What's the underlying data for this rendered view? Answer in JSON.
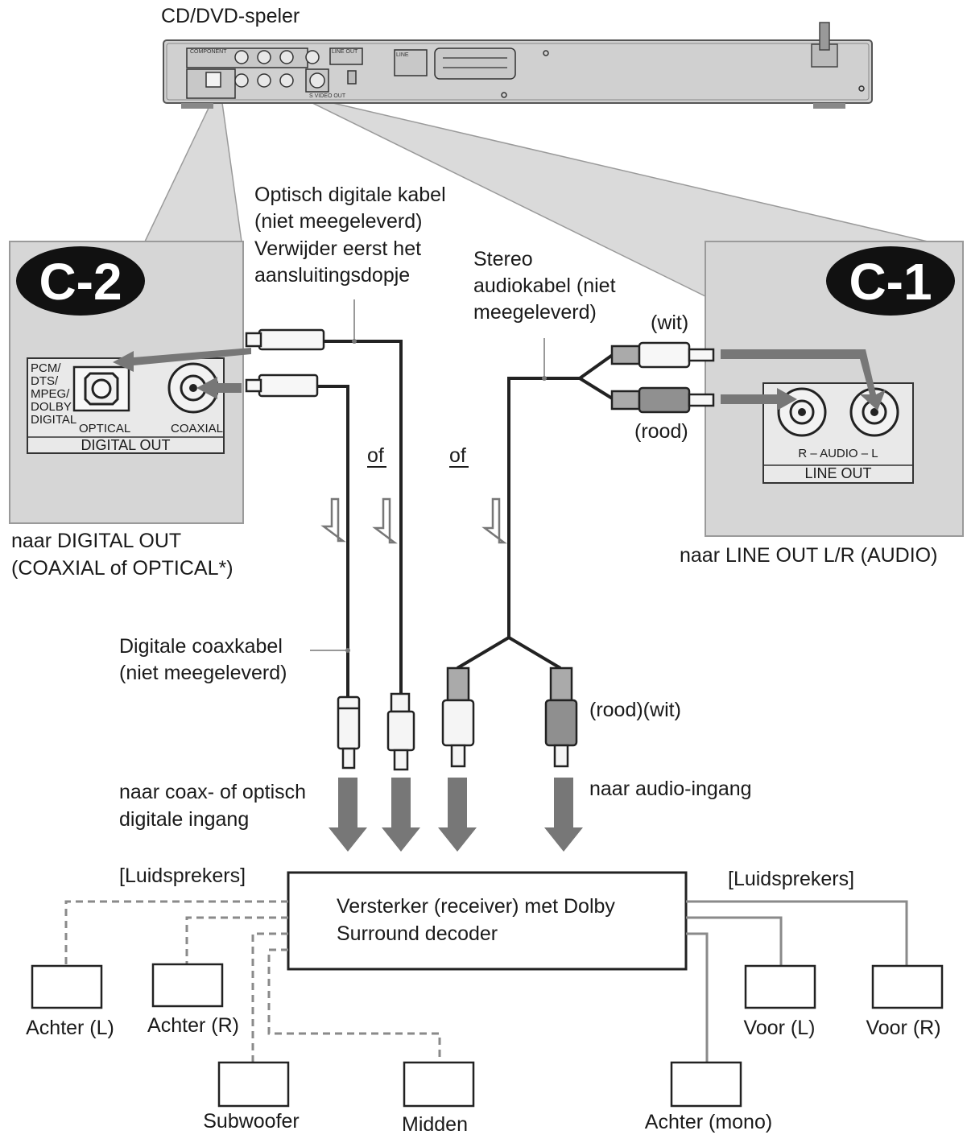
{
  "device": {
    "title": "CD/DVD-speler"
  },
  "panel_c2": {
    "badge": "C-2",
    "formats": [
      "PCM/",
      "DTS/",
      "MPEG/",
      "DOLBY",
      "DIGITAL"
    ],
    "optical_label": "OPTICAL",
    "coaxial_label": "COAXIAL",
    "section_label": "DIGITAL OUT",
    "caption": [
      "naar DIGITAL OUT",
      "(COAXIAL of OPTICAL*)"
    ]
  },
  "panel_c1": {
    "badge": "C-1",
    "jack_label": "R – AUDIO – L",
    "section_label": "LINE OUT",
    "caption": "naar LINE OUT L/R (AUDIO)"
  },
  "cables": {
    "optical": [
      "Optisch digitale kabel",
      "(niet meegeleverd)",
      "Verwijder eerst het",
      "aansluitingsdopje"
    ],
    "stereo": [
      "Stereo",
      "audiokabel (niet",
      "meegeleverd)"
    ],
    "white_top": "(wit)",
    "red_top": "(rood)",
    "of_1": "of",
    "of_2": "of",
    "coax": [
      "Digitale coaxkabel",
      "(niet meegeleverd)"
    ],
    "plugs_bottom": "(rood)(wit)",
    "to_digital_input": [
      "naar coax- of optisch",
      "digitale ingang"
    ],
    "to_audio_input": "naar audio-ingang"
  },
  "amplifier": {
    "label": [
      "Versterker (receiver) met Dolby",
      "Surround decoder"
    ],
    "speakers_left_title": "[Luidsprekers]",
    "speakers_right_title": "[Luidsprekers]"
  },
  "speakers": {
    "rear_l": "Achter (L)",
    "rear_r": "Achter (R)",
    "subwoofer": "Subwoofer",
    "center": "Midden",
    "rear_mono": "Achter (mono)",
    "front_l": "Voor (L)",
    "front_r": "Voor (R)"
  },
  "colors": {
    "panel_fill": "#d6d6d6",
    "cable": "#222222",
    "arrow": "#777777",
    "dashed_line": "#8a8a8a",
    "badge_fill": "#111111"
  }
}
